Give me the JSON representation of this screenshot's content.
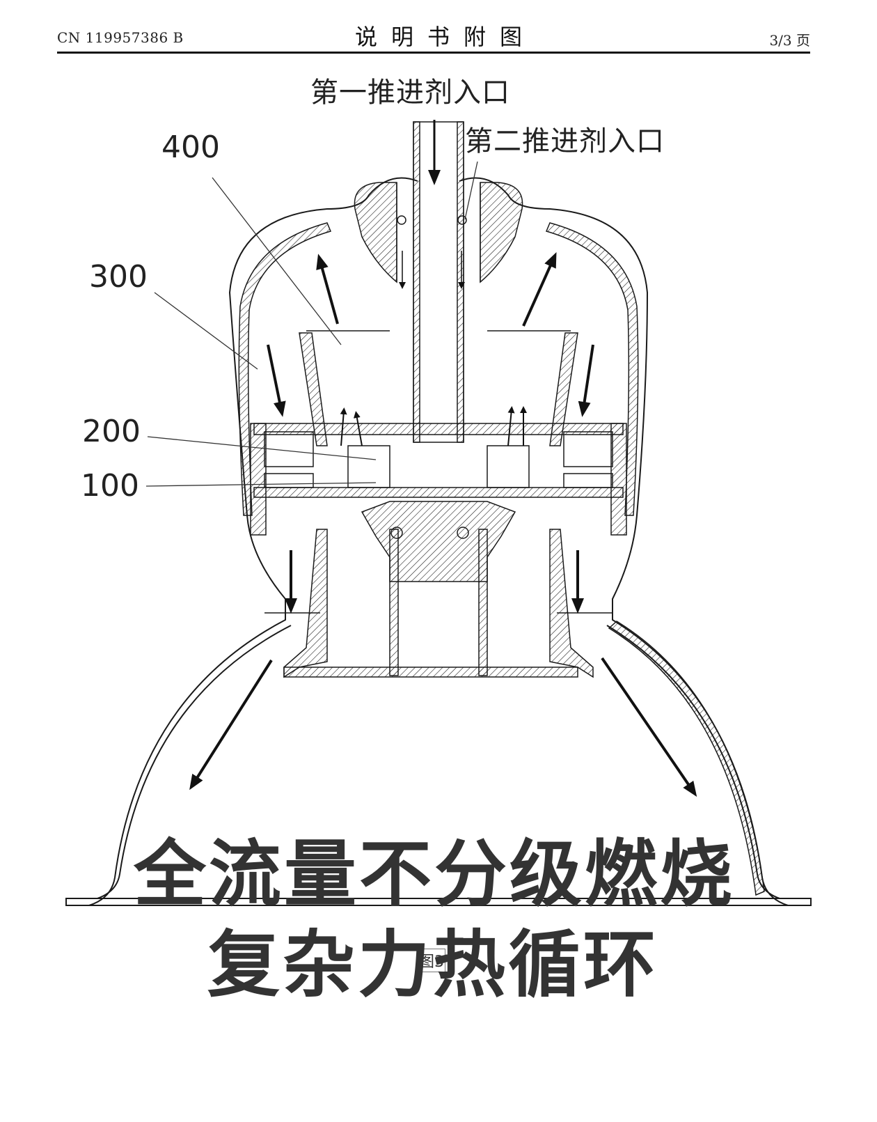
{
  "header": {
    "patent_number": "CN 119957386 B",
    "section_title": "说明书附图",
    "page": "3/3 页"
  },
  "diagram": {
    "inlets": {
      "first": "第一推进剂入口",
      "second": "第二推进剂入口"
    },
    "callouts": [
      {
        "id": "400",
        "label": "400"
      },
      {
        "id": "300",
        "label": "300"
      },
      {
        "id": "200",
        "label": "200"
      },
      {
        "id": "100",
        "label": "100"
      }
    ],
    "figure_caption": "图3"
  },
  "overlay_text": {
    "line1": "全流量不分级燃烧",
    "line2": "复杂力热循环"
  },
  "colors": {
    "line": "#1a1a1a",
    "overlay_text": "#333333"
  }
}
